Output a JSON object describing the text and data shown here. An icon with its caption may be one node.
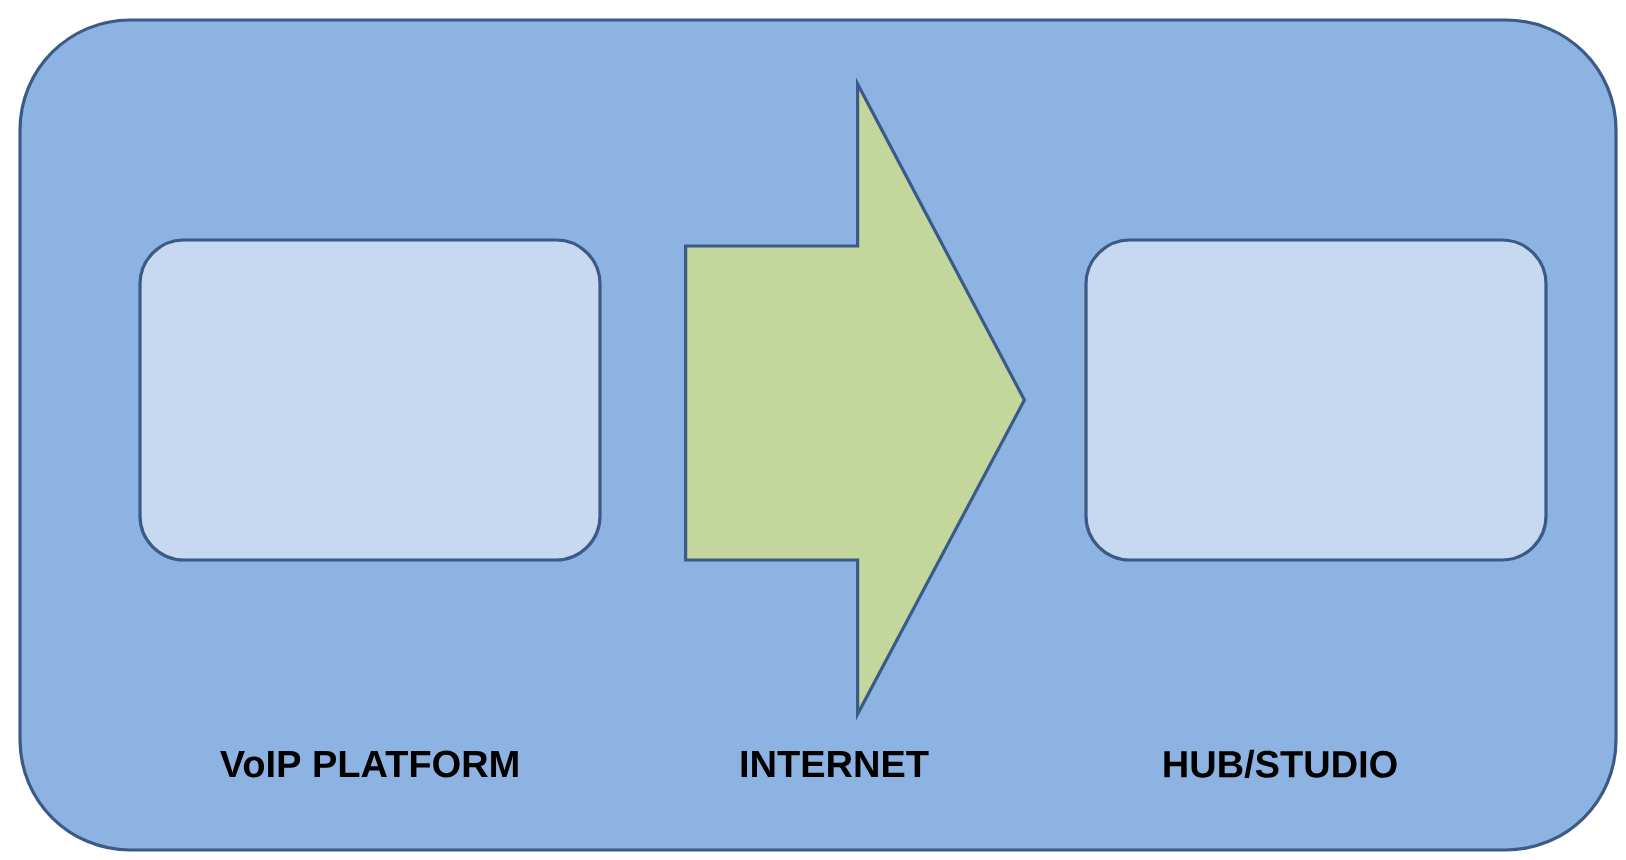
{
  "diagram": {
    "nodes": [
      {
        "text": [],
        "shape": "box"
      },
      {
        "text": [],
        "shape": "box",
        "in": 0
      },
      {
        "text": [],
        "shape": "box",
        "in": 0
      }
    ],
    "edges": [
      {
        "from": 1,
        "to": 2,
        "arrow": "to"
      }
    ],
    "labels": [
      "VoIP PLATFORM",
      "INTERNET",
      "HUB/STUDIO"
    ]
  }
}
